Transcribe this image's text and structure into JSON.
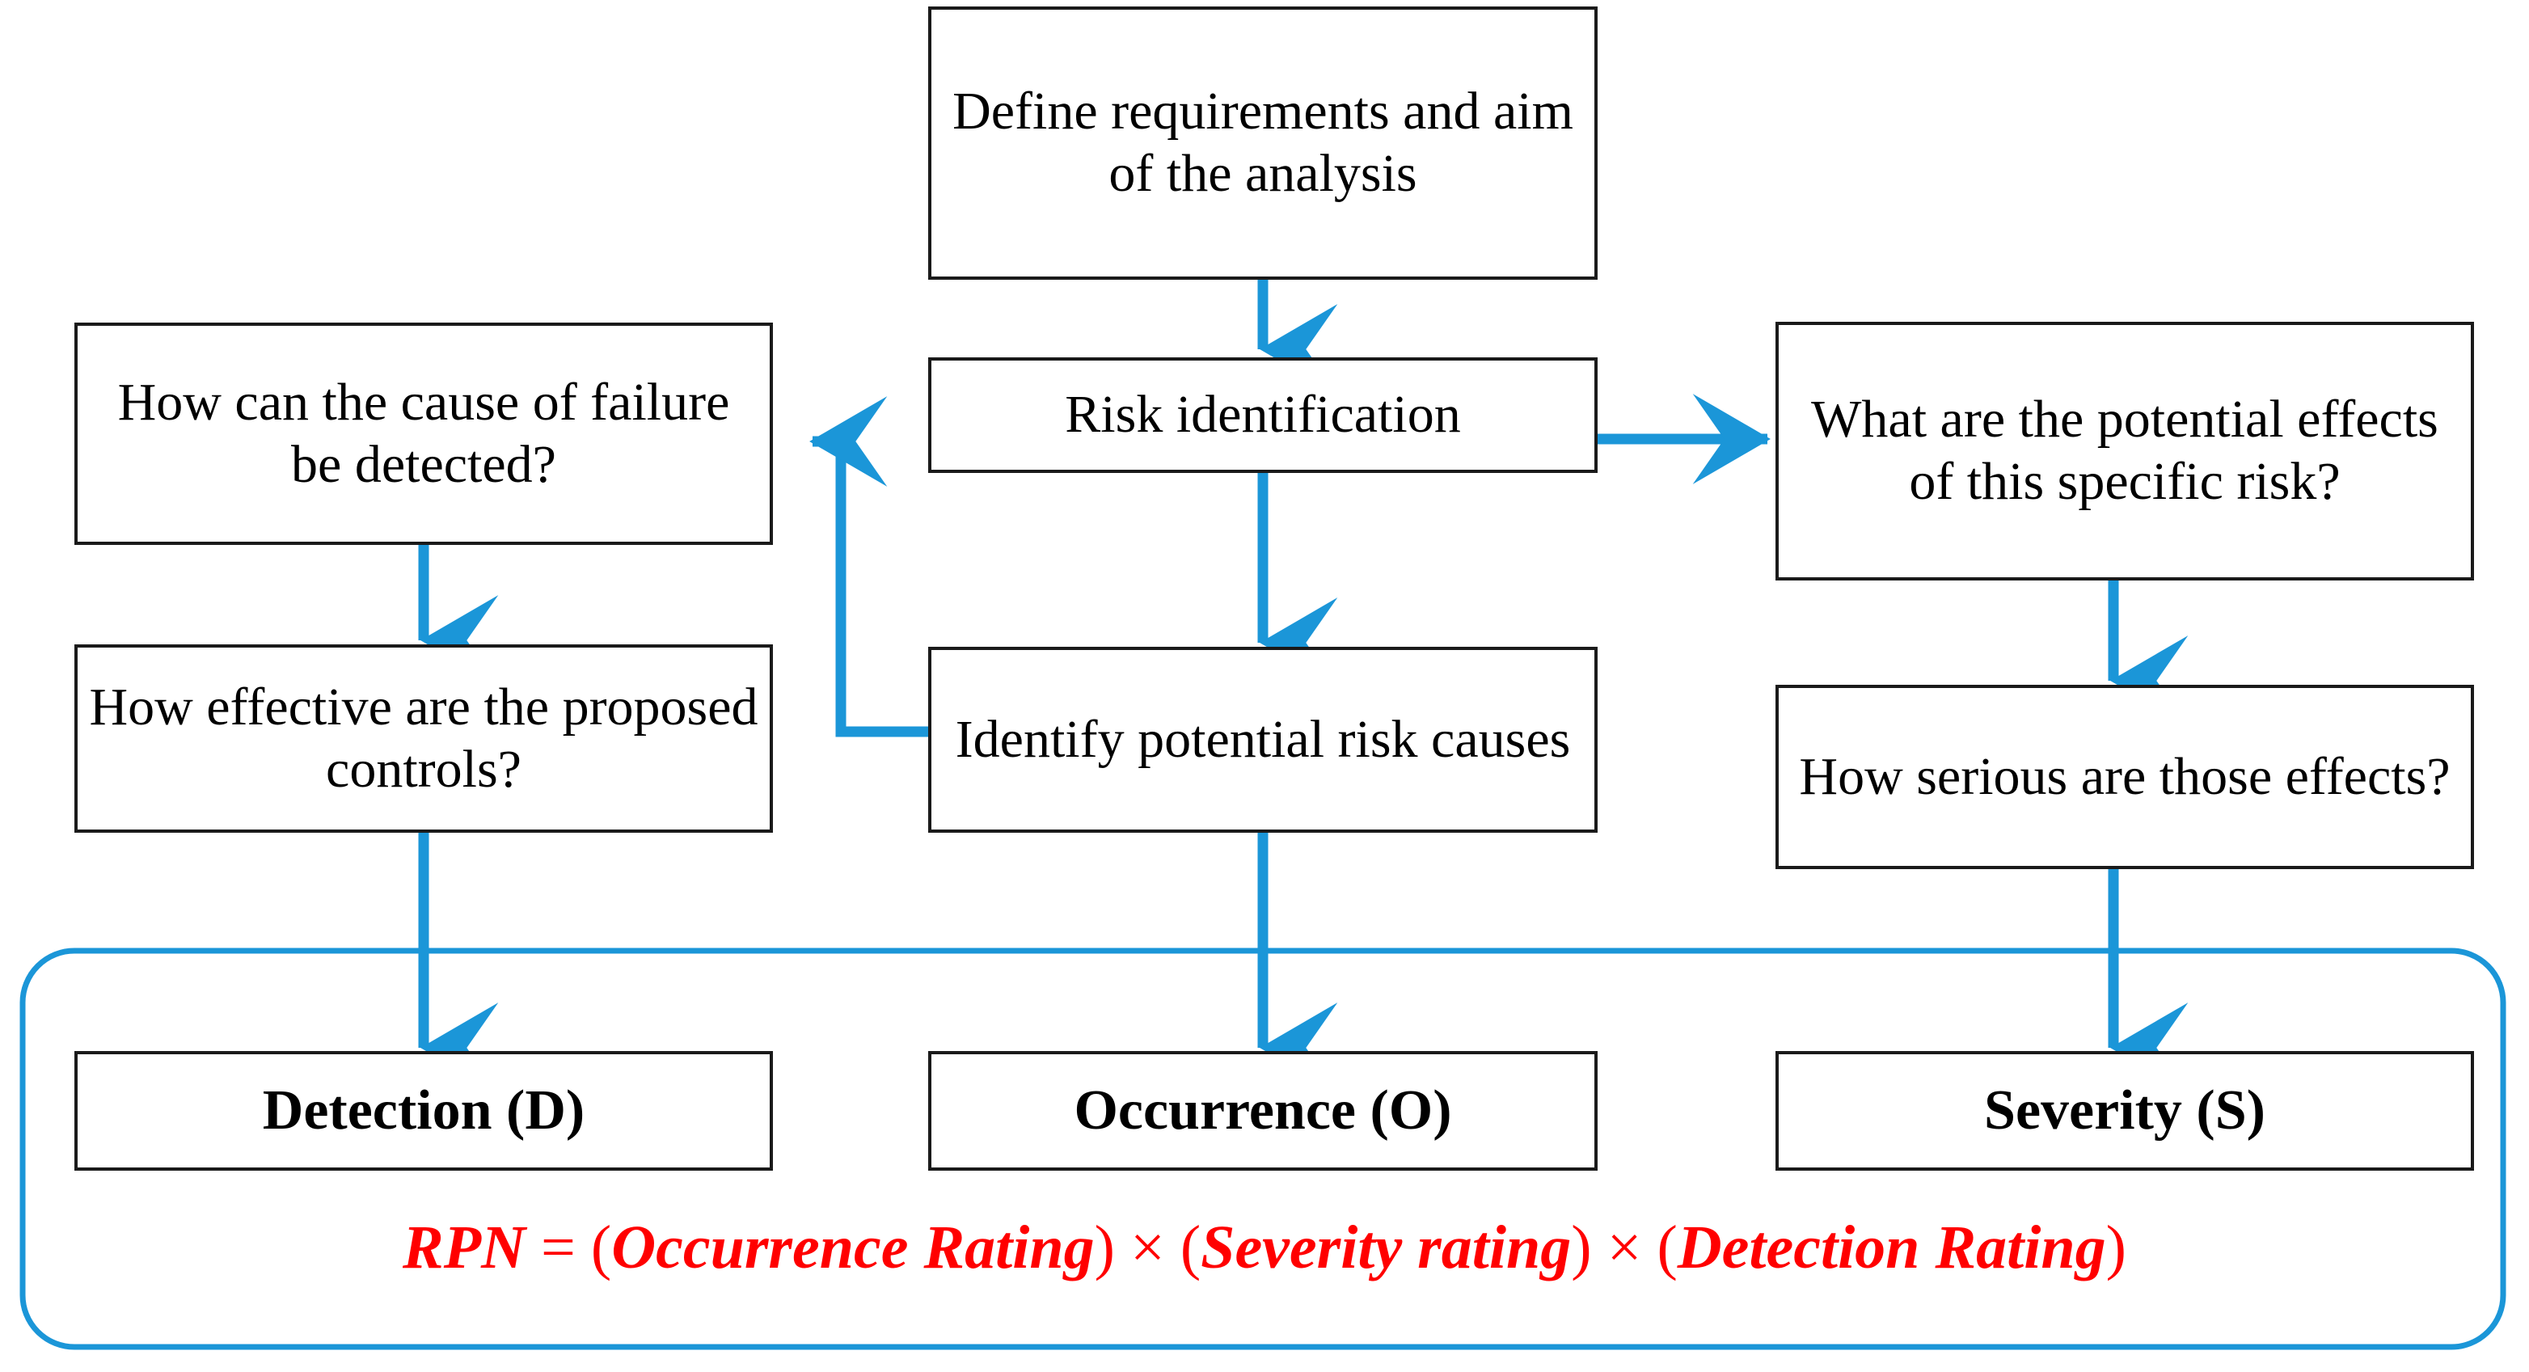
{
  "diagram": {
    "title": "FMEA risk assessment flowchart",
    "accent_blue": "#1B96D8",
    "box_border": "#1A1A1A",
    "formula_red": "#FF0000",
    "group_border": "#1B96D8"
  },
  "nodes": {
    "define_requirements": "Define requirements and aim of the analysis",
    "risk_identification": "Risk identification",
    "identify_causes": "Identify potential risk causes",
    "cause_detected": "How can the cause of failure be detected?",
    "effective_controls": "How effective are the proposed controls?",
    "potential_effects": "What are the potential effects of this specific risk?",
    "how_serious": "How serious are those effects?",
    "detection": "Detection (D)",
    "occurrence": "Occurrence (O)",
    "severity": "Severity (S)"
  },
  "formula": {
    "lhs": "RPN",
    "equals": " = ",
    "open1": "(",
    "term1": "Occurrence Rating",
    "close1": ")",
    "times1": " × ",
    "open2": "(",
    "term2": "Severity rating",
    "close2": ")",
    "times2": "  × ",
    "open3": "(",
    "term3": "Detection Rating",
    "close3": ")",
    "full": "RPN = (Occurrence Rating) × (Severity rating)  × (Detection Rating)"
  },
  "edges": [
    {
      "name": "define-to-risk-identification",
      "from": "define_requirements",
      "to": "risk_identification",
      "direction": "down"
    },
    {
      "name": "risk-identification-to-identify-causes",
      "from": "risk_identification",
      "to": "identify_causes",
      "direction": "down"
    },
    {
      "name": "risk-identification-to-potential-effects",
      "from": "risk_identification",
      "to": "potential_effects",
      "direction": "right"
    },
    {
      "name": "identify-causes-to-cause-detected",
      "from": "identify_causes",
      "to": "cause_detected",
      "direction": "left-elbow"
    },
    {
      "name": "cause-detected-to-effective-controls",
      "from": "cause_detected",
      "to": "effective_controls",
      "direction": "down"
    },
    {
      "name": "effective-controls-to-detection",
      "from": "effective_controls",
      "to": "detection",
      "direction": "down"
    },
    {
      "name": "identify-causes-to-occurrence",
      "from": "identify_causes",
      "to": "occurrence",
      "direction": "down"
    },
    {
      "name": "potential-effects-to-how-serious",
      "from": "potential_effects",
      "to": "how_serious",
      "direction": "down"
    },
    {
      "name": "how-serious-to-severity",
      "from": "how_serious",
      "to": "severity",
      "direction": "down"
    }
  ]
}
